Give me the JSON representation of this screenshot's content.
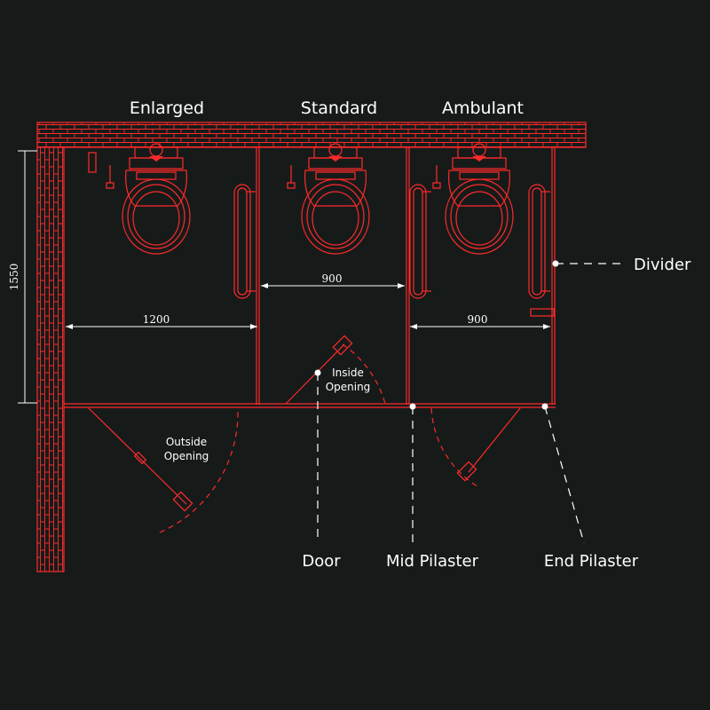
{
  "colors": {
    "background": "#161b1a",
    "linework": "#ff2a2a",
    "annotation": "#ffffff"
  },
  "cubicles": [
    {
      "name": "Enlarged",
      "width": "1200"
    },
    {
      "name": "Standard",
      "width": "900"
    },
    {
      "name": "Ambulant",
      "width": "900"
    }
  ],
  "depth": "1550",
  "labels": {
    "outside_opening": [
      "Outside",
      "Opening"
    ],
    "inside_opening": [
      "Inside",
      "Opening"
    ]
  },
  "callouts": {
    "divider": "Divider",
    "door": "Door",
    "mid_pilaster": "Mid Pilaster",
    "end_pilaster": "End Pilaster"
  }
}
